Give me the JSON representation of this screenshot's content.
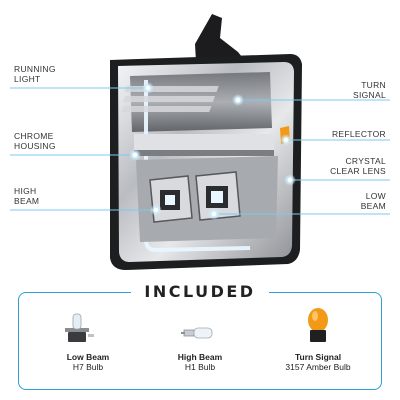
{
  "callouts": {
    "running_light": [
      "RUNNING",
      "LIGHT"
    ],
    "chrome_housing": [
      "CHROME",
      "HOUSING"
    ],
    "high_beam": [
      "HIGH",
      "BEAM"
    ],
    "turn_signal": [
      "TURN",
      "SIGNAL"
    ],
    "reflector": [
      "REFLECTOR"
    ],
    "crystal_clear_lens": [
      "CRYSTAL",
      "CLEAR LENS"
    ],
    "low_beam": [
      "LOW",
      "BEAM"
    ]
  },
  "included": {
    "title": "INCLUDED",
    "bulbs": [
      {
        "name": "Low Beam",
        "desc": "H7 Bulb",
        "icon": "h7-bulb-icon"
      },
      {
        "name": "High Beam",
        "desc": "H1 Bulb",
        "icon": "h1-bulb-icon"
      },
      {
        "name": "Turn Signal",
        "desc": "3157 Amber Bulb",
        "icon": "amber-bulb-icon"
      }
    ]
  },
  "colors": {
    "accent_line": "#2a9fd8",
    "amber": "#f29a17",
    "chrome": "#c8cbd0"
  }
}
